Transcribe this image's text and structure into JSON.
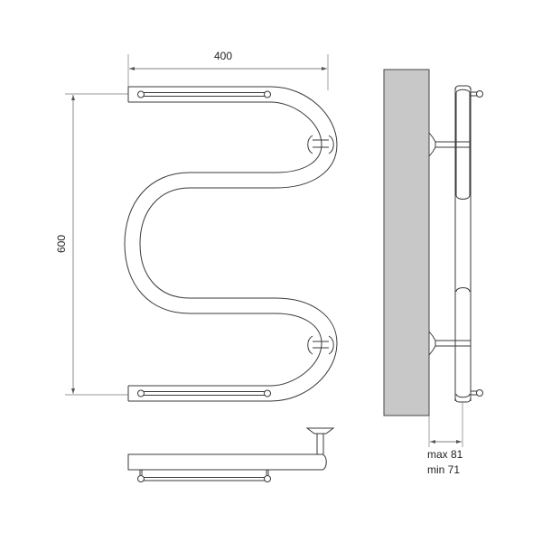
{
  "diagram": {
    "title": "M-shaped heated towel rail — dimensional drawing",
    "views": {
      "front": {
        "label": "front-view"
      },
      "top": {
        "label": "top-view"
      },
      "side": {
        "label": "side-view"
      }
    },
    "dimensions": {
      "width": "400",
      "height": "600",
      "wall_offset_max": "max 81",
      "wall_offset_min": "min 71"
    },
    "colors": {
      "line": "#3a3a3a",
      "wall_fill": "#c8c8c8",
      "background": "#ffffff"
    }
  }
}
